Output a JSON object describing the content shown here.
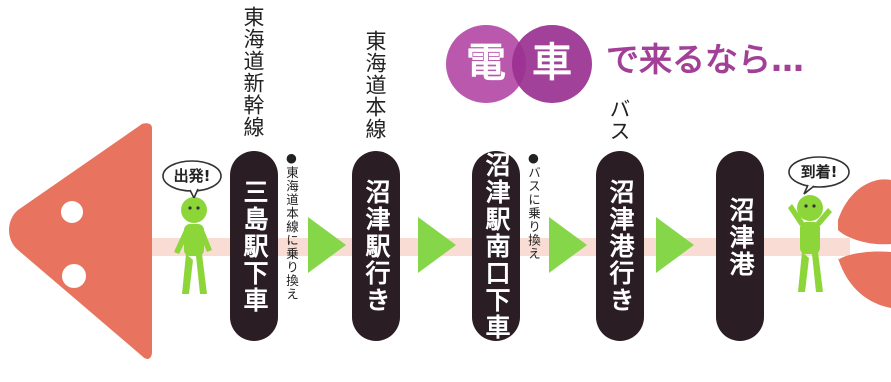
{
  "title": {
    "char1": "電",
    "char2": "車",
    "rest": "で来るなら…",
    "circle_colors": [
      "#b34aa6",
      "#9a3190"
    ],
    "text_color": "#a23f97"
  },
  "departure_bubble": "出発!",
  "arrival_bubble": "到着!",
  "route": [
    {
      "line": "東海道新幹線",
      "stop": "三島駅下車",
      "note": "●東海道本線に乗り換え"
    },
    {
      "line": "東海道本線",
      "stop": "沼津駅行き"
    },
    {
      "stop": "沼津駅南口下車",
      "note": "●バスに乗り換え"
    },
    {
      "line": "バス",
      "stop": "沼津港行き"
    },
    {
      "stop": "沼津港"
    }
  ],
  "colors": {
    "fish": "#e8735e",
    "figure": "#8cd63a",
    "arrow": "#86d64a",
    "pill": "#2a1d24",
    "path": "#f9dcd3"
  }
}
